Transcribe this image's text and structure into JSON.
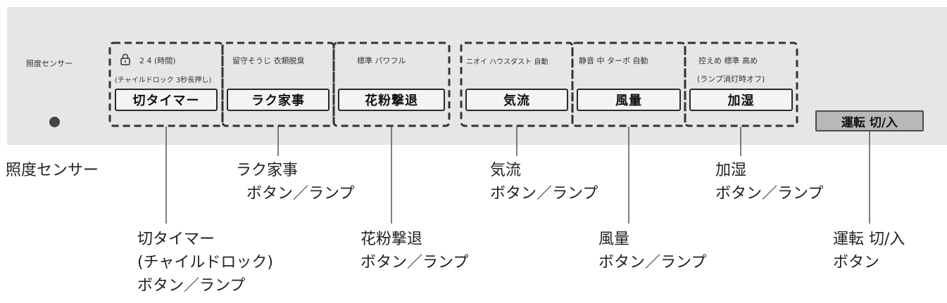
{
  "sensor": {
    "label": "照度センサー"
  },
  "groups": {
    "timer": {
      "options_line1": "2  4 (時間)",
      "options_line2": "(チャイルドロック 3秒長押し)",
      "button": "切タイマー"
    },
    "rakukaji": {
      "options": "留守そうじ  衣類脱臭",
      "button": "ラク家事"
    },
    "kafun": {
      "options": "標準  パワフル",
      "button": "花粉撃退"
    },
    "kiryu": {
      "options": "ニオイ  ハウスダスト  自動",
      "button": "気流"
    },
    "furyo": {
      "options": "静音  中  ターボ  自動",
      "button": "風量"
    },
    "kashitsu": {
      "options_line1": "控えめ  標準  高め",
      "options_line2": "(ランプ消灯時オフ)",
      "button": "加湿"
    }
  },
  "run_button": {
    "label": "運転 切/入"
  },
  "callouts": {
    "sensor": [
      "照度センサー"
    ],
    "rakukaji": [
      "ラク家事",
      "ボタン／ランプ"
    ],
    "timer": [
      "切タイマー",
      "(チャイルドロック)",
      "ボタン／ランプ"
    ],
    "kafun": [
      "花粉撃退",
      "ボタン／ランプ"
    ],
    "kiryu": [
      "気流",
      "ボタン／ランプ"
    ],
    "furyo": [
      "風量",
      "ボタン／ランプ"
    ],
    "kashitsu": [
      "加湿",
      "ボタン／ランプ"
    ],
    "run": [
      "運転 切/入",
      "ボタン"
    ]
  },
  "colors": {
    "panel": "#e6e6e6",
    "run_button": "#b8b8b8",
    "dash": "#333333"
  }
}
